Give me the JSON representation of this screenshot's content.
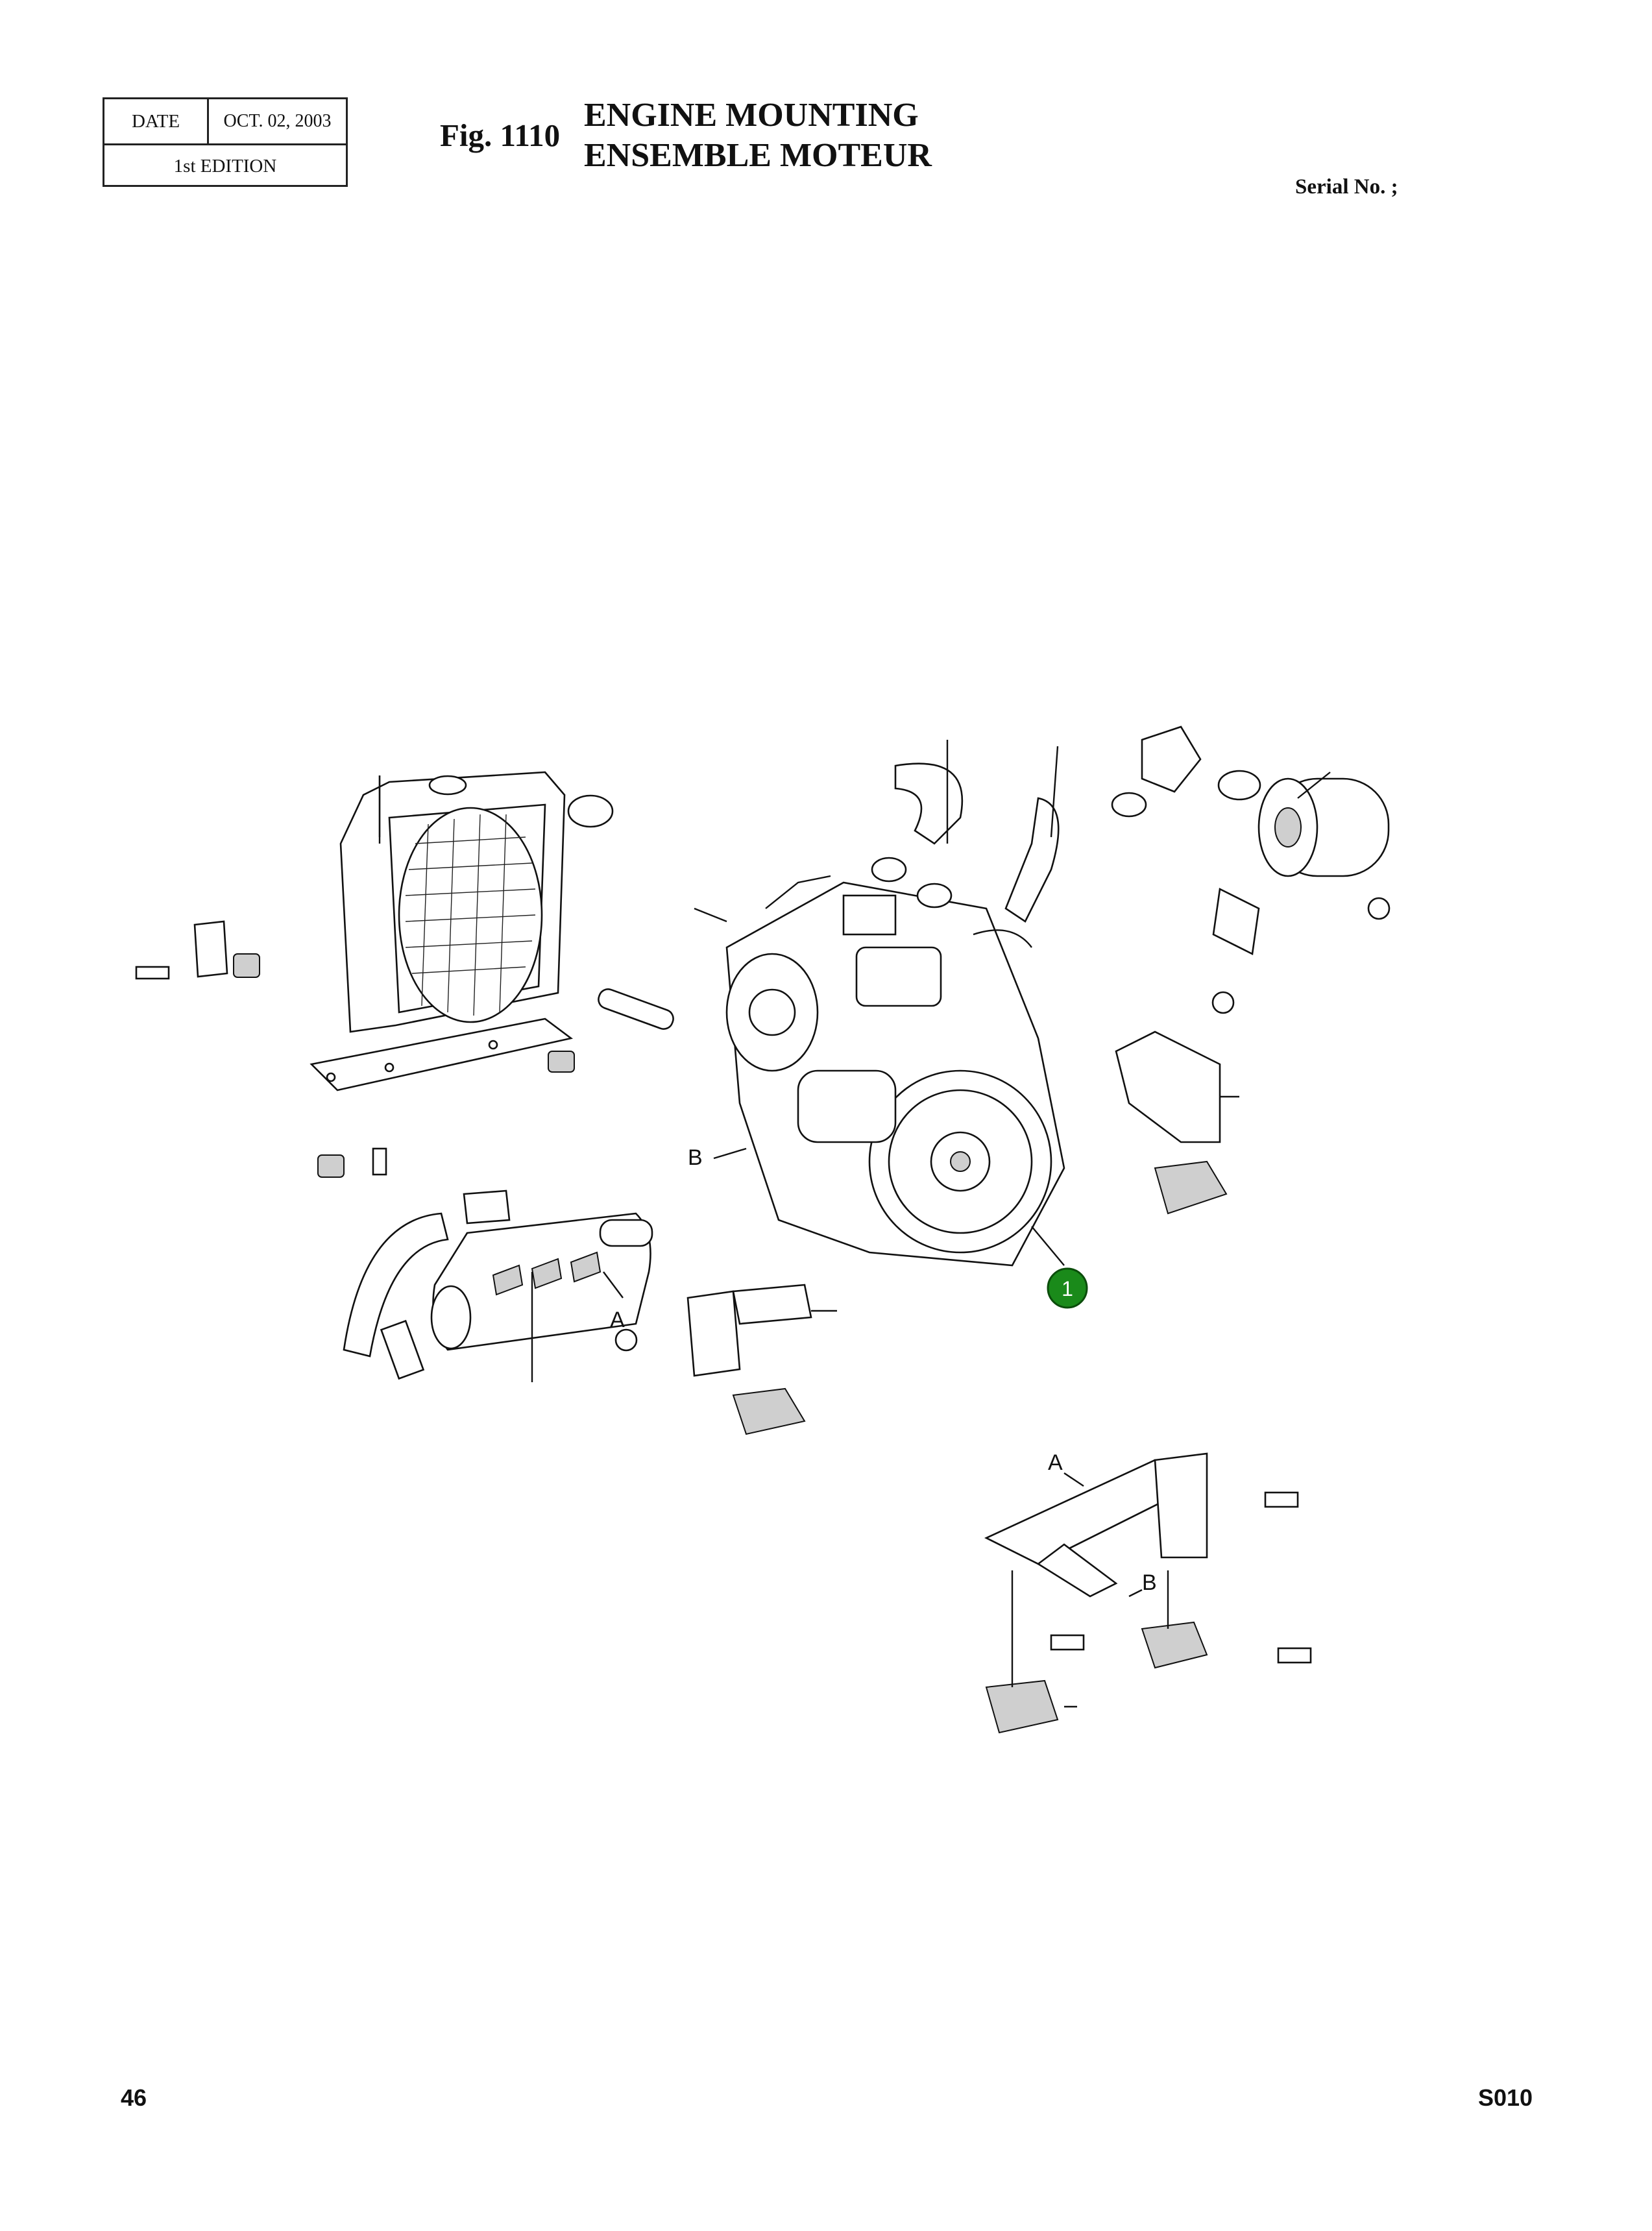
{
  "header": {
    "date_label": "DATE",
    "date_value": "OCT. 02, 2003",
    "edition": "1st EDITION",
    "fig_label": "Fig. 1110",
    "title_en": "ENGINE MOUNTING",
    "title_fr": "ENSEMBLE MOTEUR",
    "serial": "Serial No. ;"
  },
  "diagram": {
    "callout": "1",
    "callout_color": "#1a8a1a",
    "view_a": "A",
    "view_b": "B"
  },
  "footer": {
    "page_number": "46",
    "doc_code": "S010"
  }
}
